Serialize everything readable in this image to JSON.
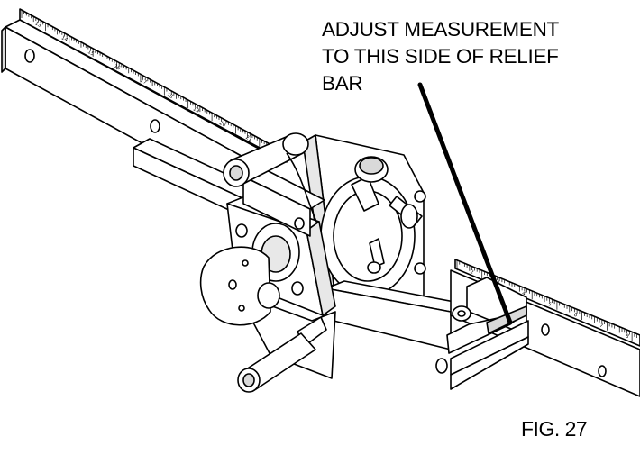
{
  "callout": {
    "lines": [
      "ADJUST MEASUREMENT",
      "TO THIS SIDE OF RELIEF",
      "BAR"
    ]
  },
  "figure_label": "FIG. 27",
  "scale_numbers": {
    "upper": [
      "13",
      "14",
      "15",
      "16",
      "17",
      "18",
      "19",
      "20",
      "21",
      "22"
    ],
    "lower": [
      "2",
      "3",
      "4",
      "5",
      "6",
      "7",
      "8"
    ]
  },
  "colors": {
    "ink": "#000000",
    "paper": "#ffffff",
    "shade": "#d9d9d9"
  }
}
